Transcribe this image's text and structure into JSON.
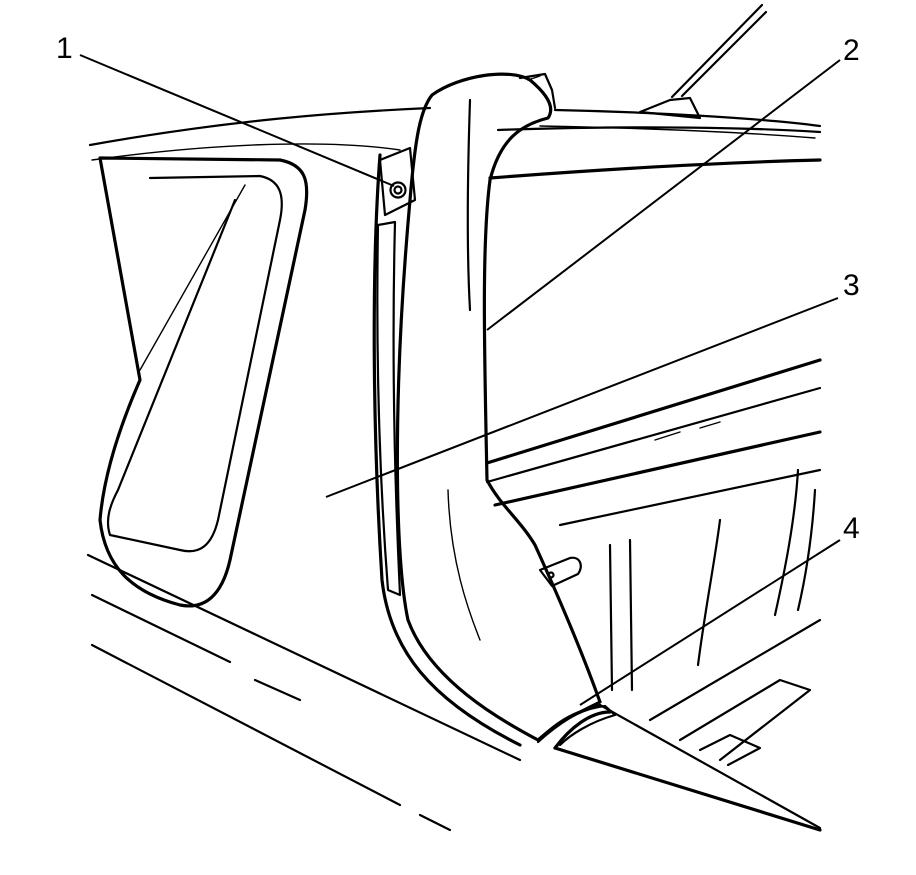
{
  "callouts": [
    {
      "id": "1",
      "label": "1"
    },
    {
      "id": "2",
      "label": "2"
    },
    {
      "id": "3",
      "label": "3"
    },
    {
      "id": "4",
      "label": "4"
    }
  ],
  "colors": {
    "stroke": "#000000",
    "background": "#ffffff"
  }
}
